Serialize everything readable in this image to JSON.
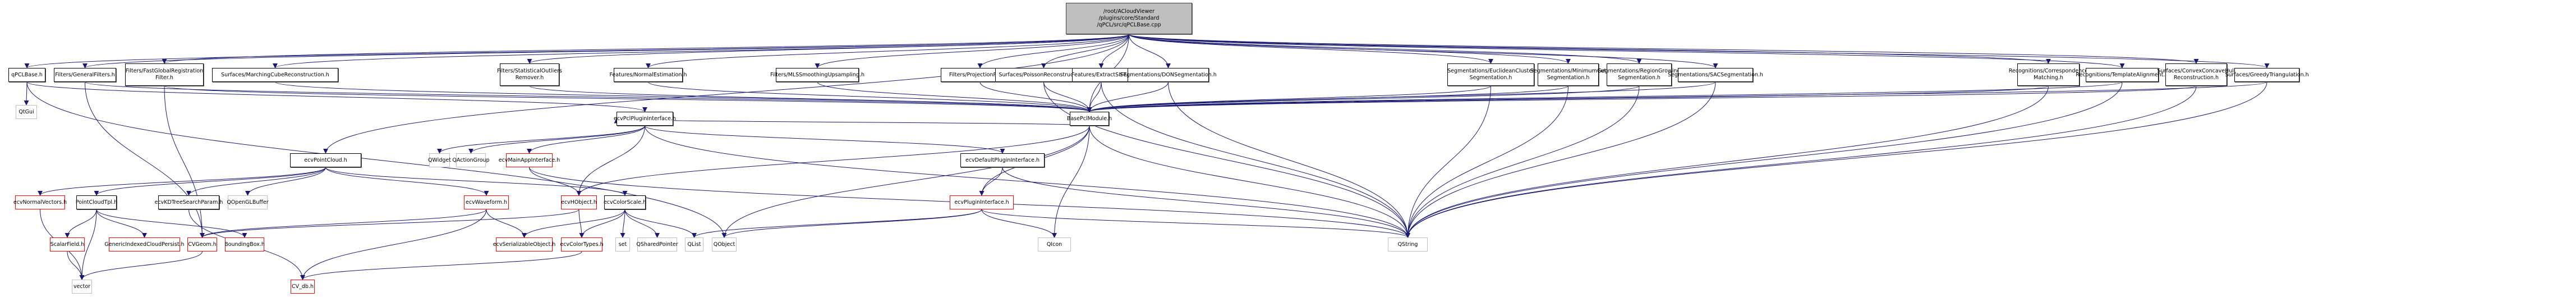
{
  "title": "Include dependency graph for qPCLBase.cpp",
  "colors": {
    "edge": "#191970",
    "root_fill": "#bfbfbf",
    "documented_border": "#000000",
    "undocumented_border": "#ff0000",
    "external_border": "#bfbfbf"
  },
  "nodes": [
    {
      "id": "root",
      "label": "/root/ACloudViewer\n/plugins/core/Standard\n/qPCL/src/qPCLBase.cpp",
      "kind": "root"
    },
    {
      "id": "qPCLBase",
      "label": "qPCLBase.h",
      "kind": "normal"
    },
    {
      "id": "GeneralFilters",
      "label": "Filters/GeneralFilters.h",
      "kind": "normal"
    },
    {
      "id": "FastGlobalReg",
      "label": "Filters/FastGlobalRegistration\nFilter.h",
      "kind": "normal"
    },
    {
      "id": "MarchingCube",
      "label": "Surfaces/MarchingCubeReconstruction.h",
      "kind": "normal"
    },
    {
      "id": "StatOutliers",
      "label": "Filters/StatisticalOutliers\nRemover.h",
      "kind": "normal"
    },
    {
      "id": "NormalEst",
      "label": "Features/NormalEstimation.h",
      "kind": "normal"
    },
    {
      "id": "MLS",
      "label": "Filters/MLSSmoothingUpsampling.h",
      "kind": "normal"
    },
    {
      "id": "Projection",
      "label": "Filters/ProjectionFilter.h",
      "kind": "normal"
    },
    {
      "id": "Poisson",
      "label": "Surfaces/PoissonReconstruction.h",
      "kind": "normal"
    },
    {
      "id": "SIFT",
      "label": "Features/ExtractSIFT.h",
      "kind": "normal"
    },
    {
      "id": "DON",
      "label": "Segmentations/DONSegmentation.h",
      "kind": "normal"
    },
    {
      "id": "Euclidean",
      "label": "Segmentations/EuclideanCluster\nSegmentation.h",
      "kind": "normal"
    },
    {
      "id": "MinCut",
      "label": "Segmentations/MinimumCut\nSegmentation.h",
      "kind": "normal"
    },
    {
      "id": "RegionGrow",
      "label": "Segmentations/RegionGrowing\nSegmentation.h",
      "kind": "normal"
    },
    {
      "id": "SAC",
      "label": "Segmentations/SACSegmentation.h",
      "kind": "normal"
    },
    {
      "id": "CorrMatch",
      "label": "Recognitions/Correspondence\nMatching.h",
      "kind": "normal"
    },
    {
      "id": "TemplAlign",
      "label": "Recognitions/TemplateAlignment.h",
      "kind": "normal"
    },
    {
      "id": "ConvexHull",
      "label": "Surfaces/ConvexConcaveHull\nReconstruction.h",
      "kind": "normal"
    },
    {
      "id": "Greedy",
      "label": "Surfaces/GreedyTriangulation.h",
      "kind": "normal"
    },
    {
      "id": "QtGui",
      "label": "QtGui",
      "kind": "gray"
    },
    {
      "id": "PclPluginIf",
      "label": "ecvPclPluginInterface.h",
      "kind": "normal"
    },
    {
      "id": "BasePcl",
      "label": "BasePclModule.h",
      "kind": "normal"
    },
    {
      "id": "PointCloud",
      "label": "ecvPointCloud.h",
      "kind": "normal"
    },
    {
      "id": "QWidget",
      "label": "QWidget",
      "kind": "gray"
    },
    {
      "id": "QActionGroup",
      "label": "QActionGroup",
      "kind": "gray"
    },
    {
      "id": "MainAppIf",
      "label": "ecvMainAppInterface.h",
      "kind": "red"
    },
    {
      "id": "DefaultPluginIf",
      "label": "ecvDefaultPluginInterface.h",
      "kind": "normal"
    },
    {
      "id": "PluginIf",
      "label": "ecvPluginInterface.h",
      "kind": "red"
    },
    {
      "id": "NormalVectors",
      "label": "ecvNormalVectors.h",
      "kind": "red"
    },
    {
      "id": "PointCloudTpl",
      "label": "PointCloudTpl.h",
      "kind": "normal"
    },
    {
      "id": "KDTree",
      "label": "ecvKDTreeSearchParam.h",
      "kind": "normal"
    },
    {
      "id": "QOpenGLBuffer",
      "label": "QOpenGLBuffer",
      "kind": "gray"
    },
    {
      "id": "Waveform",
      "label": "ecvWaveform.h",
      "kind": "red"
    },
    {
      "id": "HObject",
      "label": "ecvHObject.h",
      "kind": "red"
    },
    {
      "id": "ColorScale",
      "label": "ecvColorScale.h",
      "kind": "normal"
    },
    {
      "id": "ScalarField",
      "label": "ScalarField.h",
      "kind": "red"
    },
    {
      "id": "GenericIdx",
      "label": "GenericIndexedCloudPersist.h",
      "kind": "red"
    },
    {
      "id": "CVGeom",
      "label": "CVGeom.h",
      "kind": "red"
    },
    {
      "id": "BoundingBox",
      "label": "BoundingBox.h",
      "kind": "red"
    },
    {
      "id": "Serializable",
      "label": "ecvSerializableObject.h",
      "kind": "red"
    },
    {
      "id": "ColorTypes",
      "label": "ecvColorTypes.h",
      "kind": "red"
    },
    {
      "id": "set",
      "label": "set",
      "kind": "gray"
    },
    {
      "id": "QSharedPointer",
      "label": "QSharedPointer",
      "kind": "gray"
    },
    {
      "id": "QList",
      "label": "QList",
      "kind": "gray"
    },
    {
      "id": "QObject",
      "label": "QObject",
      "kind": "gray"
    },
    {
      "id": "QIcon",
      "label": "QIcon",
      "kind": "gray"
    },
    {
      "id": "QString",
      "label": "QString",
      "kind": "gray"
    },
    {
      "id": "vector",
      "label": "vector",
      "kind": "gray"
    },
    {
      "id": "CV_db",
      "label": "CV_db.h",
      "kind": "red"
    }
  ],
  "edges": [
    [
      "root",
      "qPCLBase"
    ],
    [
      "root",
      "GeneralFilters"
    ],
    [
      "root",
      "FastGlobalReg"
    ],
    [
      "root",
      "MarchingCube"
    ],
    [
      "root",
      "StatOutliers"
    ],
    [
      "root",
      "NormalEst"
    ],
    [
      "root",
      "MLS"
    ],
    [
      "root",
      "Projection"
    ],
    [
      "root",
      "Poisson"
    ],
    [
      "root",
      "SIFT"
    ],
    [
      "root",
      "DON"
    ],
    [
      "root",
      "Euclidean"
    ],
    [
      "root",
      "MinCut"
    ],
    [
      "root",
      "RegionGrow"
    ],
    [
      "root",
      "SAC"
    ],
    [
      "root",
      "CorrMatch"
    ],
    [
      "root",
      "TemplAlign"
    ],
    [
      "root",
      "ConvexHull"
    ],
    [
      "root",
      "Greedy"
    ],
    [
      "root",
      "PointCloud"
    ],
    [
      "root",
      "BasePcl"
    ],
    [
      "qPCLBase",
      "QtGui"
    ],
    [
      "qPCLBase",
      "PclPluginIf"
    ],
    [
      "qPCLBase",
      "QObject"
    ],
    [
      "GeneralFilters",
      "BasePcl"
    ],
    [
      "GeneralFilters",
      "CVGeom"
    ],
    [
      "FastGlobalReg",
      "BasePcl"
    ],
    [
      "FastGlobalReg",
      "CVGeom"
    ],
    [
      "MarchingCube",
      "BasePcl"
    ],
    [
      "StatOutliers",
      "BasePcl"
    ],
    [
      "NormalEst",
      "BasePcl"
    ],
    [
      "MLS",
      "BasePcl"
    ],
    [
      "Projection",
      "BasePcl"
    ],
    [
      "Poisson",
      "BasePcl"
    ],
    [
      "Poisson",
      "QString"
    ],
    [
      "SIFT",
      "BasePcl"
    ],
    [
      "SIFT",
      "QString"
    ],
    [
      "DON",
      "BasePcl"
    ],
    [
      "DON",
      "QString"
    ],
    [
      "Euclidean",
      "BasePcl"
    ],
    [
      "Euclidean",
      "QString"
    ],
    [
      "MinCut",
      "BasePcl"
    ],
    [
      "MinCut",
      "QString"
    ],
    [
      "RegionGrow",
      "BasePcl"
    ],
    [
      "RegionGrow",
      "QString"
    ],
    [
      "SAC",
      "BasePcl"
    ],
    [
      "SAC",
      "QString"
    ],
    [
      "CorrMatch",
      "BasePcl"
    ],
    [
      "CorrMatch",
      "QString"
    ],
    [
      "TemplAlign",
      "BasePcl"
    ],
    [
      "TemplAlign",
      "QString"
    ],
    [
      "ConvexHull",
      "BasePcl"
    ],
    [
      "ConvexHull",
      "QString"
    ],
    [
      "Greedy",
      "BasePcl"
    ],
    [
      "Greedy",
      "QString"
    ],
    [
      "BasePcl",
      "PclPluginIf"
    ],
    [
      "BasePcl",
      "HObject"
    ],
    [
      "BasePcl",
      "PluginIf"
    ],
    [
      "BasePcl",
      "QObject"
    ],
    [
      "BasePcl",
      "QIcon"
    ],
    [
      "BasePcl",
      "QString"
    ],
    [
      "PclPluginIf",
      "QWidget"
    ],
    [
      "PclPluginIf",
      "QActionGroup"
    ],
    [
      "PclPluginIf",
      "MainAppIf"
    ],
    [
      "PclPluginIf",
      "DefaultPluginIf"
    ],
    [
      "PclPluginIf",
      "HObject"
    ],
    [
      "PclPluginIf",
      "QString"
    ],
    [
      "MainAppIf",
      "HObject"
    ],
    [
      "MainAppIf",
      "QString"
    ],
    [
      "DefaultPluginIf",
      "PluginIf"
    ],
    [
      "DefaultPluginIf",
      "QString"
    ],
    [
      "PluginIf",
      "QList"
    ],
    [
      "PluginIf",
      "QObject"
    ],
    [
      "PluginIf",
      "QIcon"
    ],
    [
      "PluginIf",
      "QString"
    ],
    [
      "PointCloud",
      "NormalVectors"
    ],
    [
      "PointCloud",
      "PointCloudTpl"
    ],
    [
      "PointCloud",
      "KDTree"
    ],
    [
      "PointCloud",
      "QOpenGLBuffer"
    ],
    [
      "PointCloud",
      "Waveform"
    ],
    [
      "PointCloud",
      "ColorScale"
    ],
    [
      "NormalVectors",
      "vector"
    ],
    [
      "PointCloudTpl",
      "ScalarField"
    ],
    [
      "PointCloudTpl",
      "vector"
    ],
    [
      "PointCloudTpl",
      "GenericIdx"
    ],
    [
      "PointCloudTpl",
      "BoundingBox"
    ],
    [
      "KDTree",
      "CV_db"
    ],
    [
      "Waveform",
      "CVGeom"
    ],
    [
      "Waveform",
      "Serializable"
    ],
    [
      "Waveform",
      "CV_db"
    ],
    [
      "HObject",
      "CVGeom"
    ],
    [
      "HObject",
      "ColorTypes"
    ],
    [
      "ColorScale",
      "Serializable"
    ],
    [
      "ColorScale",
      "ColorTypes"
    ],
    [
      "ColorScale",
      "set"
    ],
    [
      "ColorScale",
      "QSharedPointer"
    ],
    [
      "ColorScale",
      "QList"
    ],
    [
      "ScalarField",
      "vector"
    ],
    [
      "CVGeom",
      "vector"
    ],
    [
      "ColorTypes",
      "CV_db"
    ]
  ]
}
